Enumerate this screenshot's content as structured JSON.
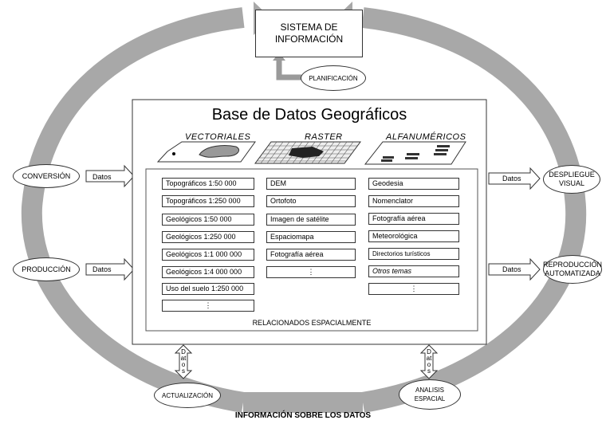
{
  "system_box": {
    "line1": "SISTEMA DE",
    "line2": "INFORMACIÓN"
  },
  "planificacion": "PLANIFICACIÓN",
  "db_title": "Base de Datos Geográficos",
  "headers": {
    "vectoriales": "VECTORIALES",
    "raster": "RASTER",
    "alfanumericos": "ALFANUMÉRICOS"
  },
  "left_inputs": {
    "conversion": "CONVERSIÓN",
    "produccion": "PRODUCCIÓN",
    "datos": "Datos"
  },
  "right_outputs": {
    "despliegue": {
      "line1": "DESPLIEGUE",
      "line2": "VISUAL"
    },
    "reproduccion": {
      "line1": "REPRODUCCIÓN",
      "line2": "AUTOMATIZADA"
    },
    "datos": "Datos"
  },
  "columns": {
    "vectoriales": [
      "Topográficos 1:50 000",
      "Topográficos 1:250 000",
      "Geológicos 1:50 000",
      "Geológicos 1:250 000",
      "Geológicos 1:1 000 000",
      "Geológicos 1:4 000 000",
      "Uso del suelo 1:250 000",
      "⋮"
    ],
    "raster": [
      "DEM",
      "Ortofoto",
      "Imagen de satélite",
      "Espaciomapa",
      "Fotografía aérea",
      "⋮"
    ],
    "alfanumericos": [
      "Geodesia",
      "Nomenclator",
      "Fotografía aérea",
      "Meteorológica",
      "Directorios turísticos",
      "Otros temas",
      "⋮"
    ]
  },
  "relacionados": "RELACIONADOS ESPACIALMENTE",
  "actualizacion": "ACTUALIZACIÓN",
  "analisis": {
    "line1": "ANALISIS",
    "line2": "ESPACIAL"
  },
  "datos_vertical": "Datos",
  "footer": "INFORMACIÓN SOBRE LOS DATOS"
}
